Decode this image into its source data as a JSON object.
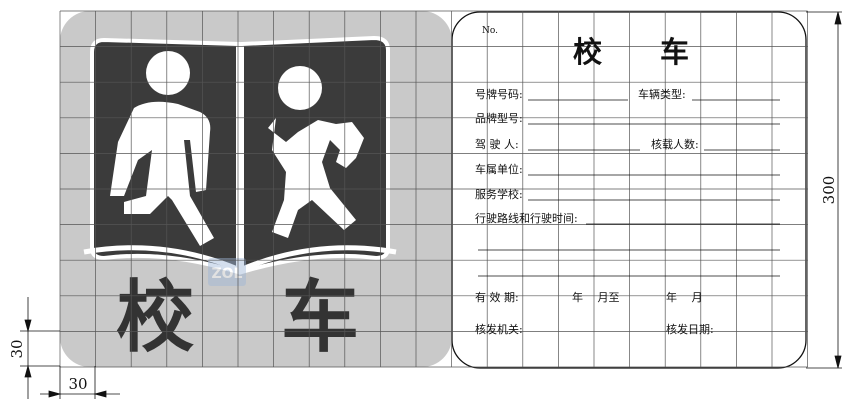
{
  "sign": {
    "text_left": "校",
    "text_right": "车"
  },
  "card": {
    "number_label": "No.",
    "title": "校　　车",
    "fields": {
      "plate_no": "号牌号码:",
      "vehicle_type": "车辆类型:",
      "brand_model": "品牌型号:",
      "driver": "驾 驶 人:",
      "capacity": "核载人数:",
      "owner_unit": "车属单位:",
      "service_school": "服务学校:",
      "route_time": "行驶路线和行驶时间:",
      "valid_period": "有 效 期:",
      "year_month_to": "年　 月至",
      "year_month": "年　 月",
      "issuing_authority": "核发机关:",
      "issue_date": "核发日期:"
    }
  },
  "dimensions": {
    "card_height": "300",
    "cell_height": "30",
    "cell_width": "30"
  },
  "watermark": "ZOL",
  "colors": {
    "sign_dark": "#3b3b3b",
    "sign_frame": "#c9c9c9",
    "grid": "#555555"
  }
}
